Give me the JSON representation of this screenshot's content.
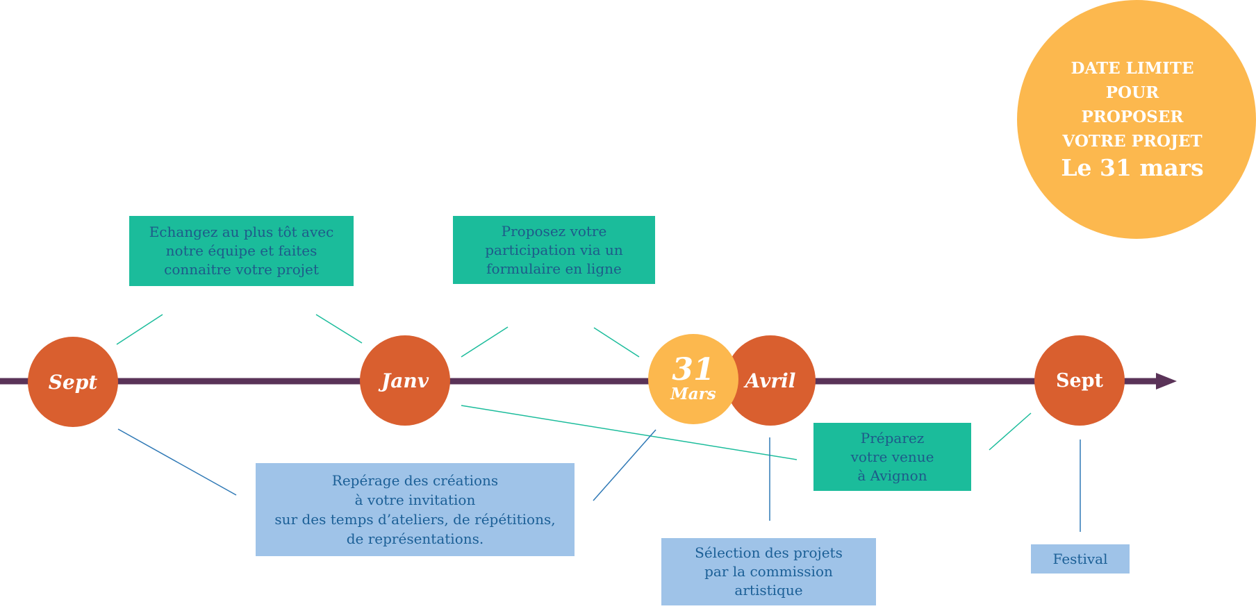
{
  "colors": {
    "axis": "#5a3358",
    "milestone_orange": "#d95f2f",
    "deadline_yellow": "#fcb84e",
    "box_green": "#1bbc9b",
    "box_blue": "#9fc3e8",
    "text_blue": "#1b5f96",
    "connector_green": "#1bbc9b",
    "connector_blue": "#2e78b5"
  },
  "milestones": {
    "sept_start": "Sept",
    "janv": "Janv",
    "mars_day": "31",
    "mars_month": "Mars",
    "avril": "Avril",
    "sept_end": "Sept"
  },
  "deadline": {
    "text": "DATE LIMITE\nPOUR\nPROPOSER\nVOTRE PROJET",
    "date": "Le 31 mars"
  },
  "steps": {
    "echangez": "Echangez au plus tôt avec\nnotre équipe et faites\nconnaitre votre projet",
    "proposez": "Proposez votre\nparticipation via un\nformulaire en ligne",
    "reperage": "Repérage des créations\nà votre invitation\nsur des temps d’ateliers, de répétitions,\nde représentations.",
    "preparez": "Préparez\nvotre venue\nà Avignon",
    "selection": "Sélection des projets\npar la commission\nartistique",
    "festival": "Festival"
  }
}
